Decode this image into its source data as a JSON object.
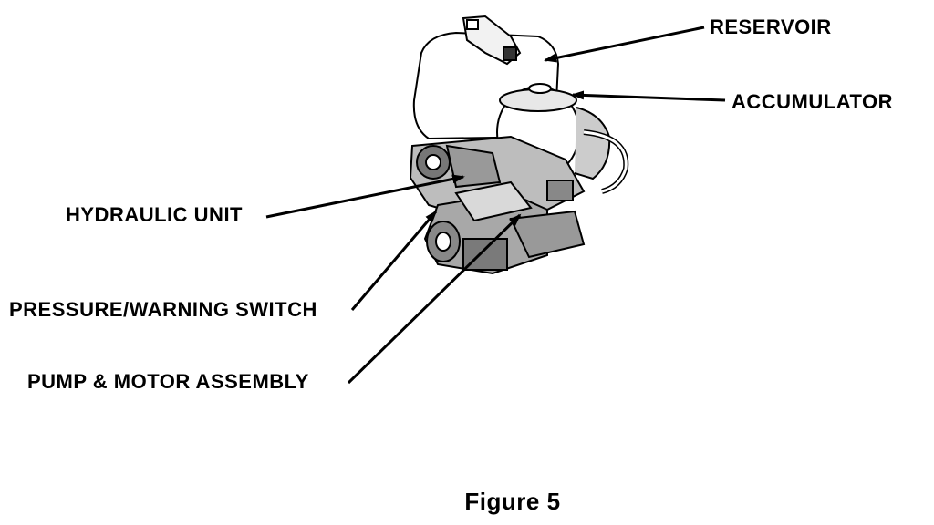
{
  "labels": {
    "reservoir": "RESERVOIR",
    "accumulator": "ACCUMULATOR",
    "hydraulic_unit": "HYDRAULIC UNIT",
    "pressure_switch": "PRESSURE/WARNING SWITCH",
    "pump_motor": "PUMP & MOTOR ASSEMBLY"
  },
  "caption": "Figure 5"
}
